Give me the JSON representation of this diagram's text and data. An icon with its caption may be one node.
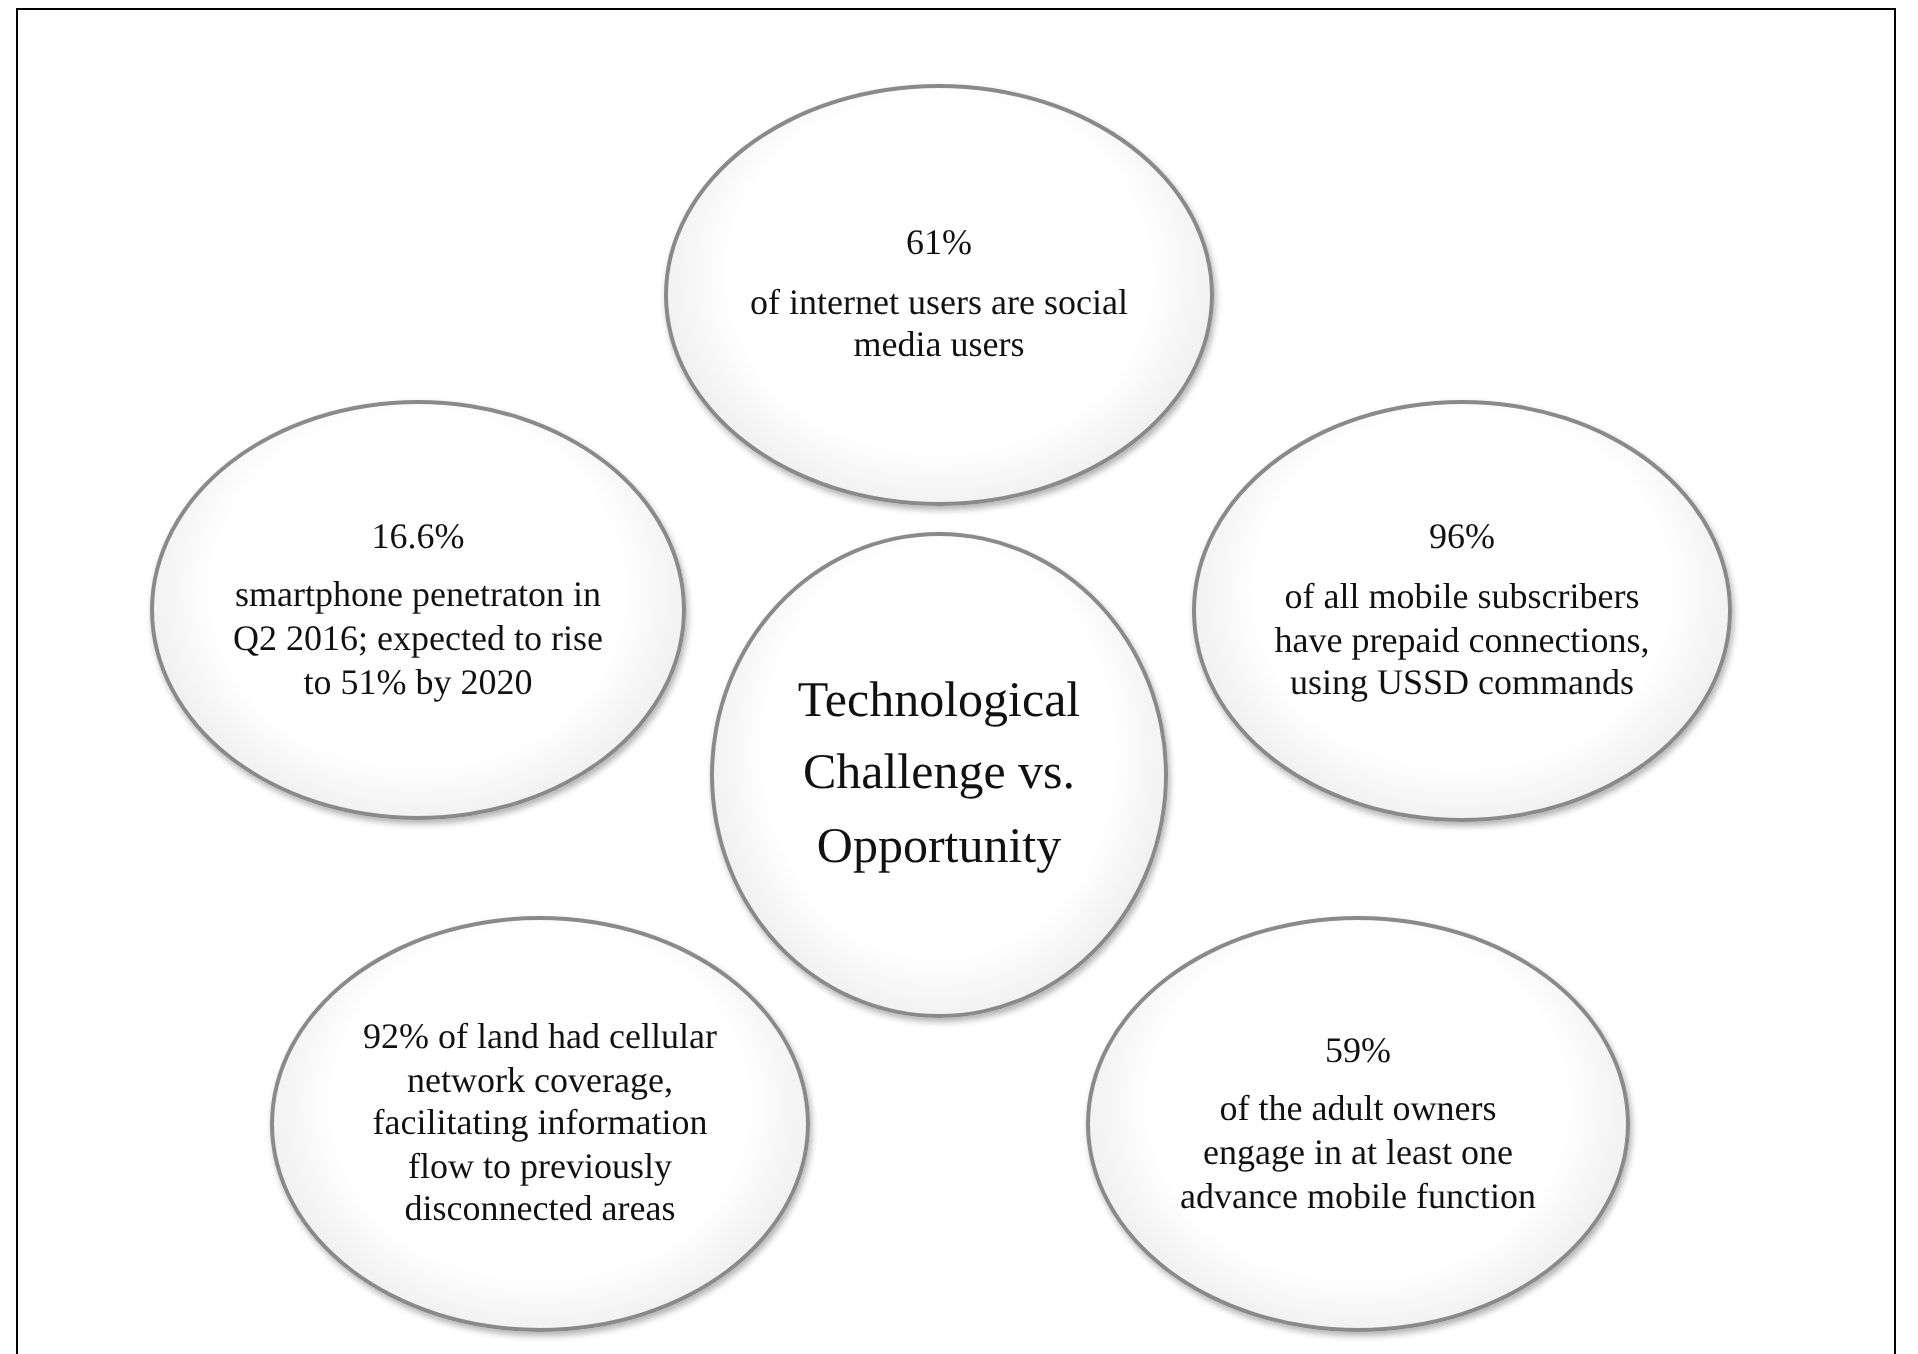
{
  "diagram": {
    "nodes": [
      {
        "text": [
          "61%",
          "of internet users are social media users"
        ]
      },
      {
        "text": [
          "16.6%",
          "smartphone penetraton in Q2 2016; expected to rise to 51% by 2020"
        ]
      },
      {
        "text": [
          "96%",
          "of all mobile subscribers have prepaid connections, using USSD commands"
        ]
      },
      {
        "text": [
          "Technological Challenge vs. Opportunity"
        ]
      },
      {
        "text": [
          "92% of land had cellular network coverage, facilitating information flow to previously disconnected areas"
        ]
      },
      {
        "text": [
          "59%",
          "of the adult owners engage in at least one advance mobile function"
        ]
      }
    ],
    "edges": []
  }
}
